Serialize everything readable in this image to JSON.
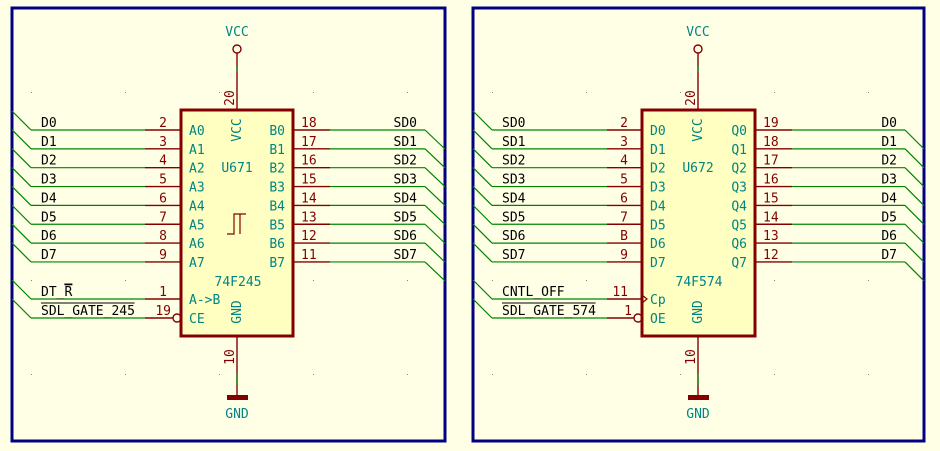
{
  "colors": {
    "frame": "#000084",
    "wire": "#008400",
    "pin": "#840000",
    "pin_name": "#008484",
    "body_fill": "#ffffc2",
    "background": "#ffffe6"
  },
  "sheets": [
    {
      "chip": {
        "reference": "U671",
        "value": "74F245",
        "power_pin": {
          "name": "VCC",
          "number": "20",
          "net": "VCC"
        },
        "ground_pin": {
          "name": "GND",
          "number": "10",
          "net": "GND"
        },
        "symbol": "schmitt-trigger",
        "left_pins": [
          {
            "net": "D0",
            "number": "2",
            "name": "A0"
          },
          {
            "net": "D1",
            "number": "3",
            "name": "A1"
          },
          {
            "net": "D2",
            "number": "4",
            "name": "A2"
          },
          {
            "net": "D3",
            "number": "5",
            "name": "A3"
          },
          {
            "net": "D4",
            "number": "6",
            "name": "A4"
          },
          {
            "net": "D5",
            "number": "7",
            "name": "A5"
          },
          {
            "net": "D6",
            "number": "8",
            "name": "A6"
          },
          {
            "net": "D7",
            "number": "9",
            "name": "A7"
          }
        ],
        "right_pins": [
          {
            "net": "SD0",
            "number": "18",
            "name": "B0"
          },
          {
            "net": "SD1",
            "number": "17",
            "name": "B1"
          },
          {
            "net": "SD2",
            "number": "16",
            "name": "B2"
          },
          {
            "net": "SD3",
            "number": "15",
            "name": "B3"
          },
          {
            "net": "SD4",
            "number": "14",
            "name": "B4"
          },
          {
            "net": "SD5",
            "number": "13",
            "name": "B5"
          },
          {
            "net": "SD6",
            "number": "12",
            "name": "B6"
          },
          {
            "net": "SD7",
            "number": "11",
            "name": "B7"
          }
        ],
        "control_pins": [
          {
            "net": "DT_",
            "net_overbar": "R",
            "number": "1",
            "name": "A->B",
            "inverted": false,
            "clock": false
          },
          {
            "net": "SDL_GATE_245",
            "net_overbar_all": true,
            "number": "19",
            "name": "CE",
            "inverted": true,
            "clock": false
          }
        ]
      }
    },
    {
      "chip": {
        "reference": "U672",
        "value": "74F574",
        "power_pin": {
          "name": "VCC",
          "number": "20",
          "net": "VCC"
        },
        "ground_pin": {
          "name": "GND",
          "number": "10",
          "net": "GND"
        },
        "symbol": "",
        "left_pins": [
          {
            "net": "SD0",
            "number": "2",
            "name": "D0"
          },
          {
            "net": "SD1",
            "number": "3",
            "name": "D1"
          },
          {
            "net": "SD2",
            "number": "4",
            "name": "D2"
          },
          {
            "net": "SD3",
            "number": "5",
            "name": "D3"
          },
          {
            "net": "SD4",
            "number": "6",
            "name": "D4"
          },
          {
            "net": "SD5",
            "number": "7",
            "name": "D5"
          },
          {
            "net": "SD6",
            "number": "B",
            "name": "D6"
          },
          {
            "net": "SD7",
            "number": "9",
            "name": "D7"
          }
        ],
        "right_pins": [
          {
            "net": "D0",
            "number": "19",
            "name": "Q0"
          },
          {
            "net": "D1",
            "number": "18",
            "name": "Q1"
          },
          {
            "net": "D2",
            "number": "17",
            "name": "Q2"
          },
          {
            "net": "D3",
            "number": "16",
            "name": "Q3"
          },
          {
            "net": "D4",
            "number": "15",
            "name": "Q4"
          },
          {
            "net": "D5",
            "number": "14",
            "name": "Q5"
          },
          {
            "net": "D6",
            "number": "13",
            "name": "Q6"
          },
          {
            "net": "D7",
            "number": "12",
            "name": "Q7"
          }
        ],
        "control_pins": [
          {
            "net": "CNTL_OFF",
            "number": "11",
            "name": "Cp",
            "inverted": false,
            "clock": true
          },
          {
            "net": "SDL_GATE_574",
            "net_overbar_all": true,
            "number": "1",
            "name": "OE",
            "inverted": true,
            "clock": false
          }
        ]
      }
    }
  ]
}
